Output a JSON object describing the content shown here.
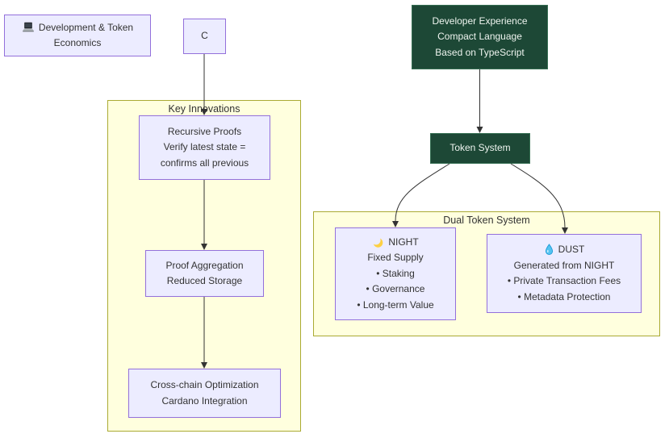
{
  "diagram": {
    "legend": {
      "icon": "laptop",
      "line1": "Development & Token",
      "line2": "Economics"
    },
    "node_c": {
      "label": "C"
    },
    "dev_experience": {
      "lines": [
        "Developer Experience",
        "Compact Language",
        "Based on TypeScript"
      ]
    },
    "token_system": {
      "label": "Token System"
    },
    "clusters": {
      "key_innovations": {
        "title": "Key Innovations"
      },
      "dual_token": {
        "title": "Dual Token System"
      }
    },
    "recursive_proofs": {
      "lines": [
        "Recursive Proofs",
        "Verify latest state =",
        "confirms all previous"
      ]
    },
    "proof_aggregation": {
      "lines": [
        "Proof Aggregation",
        "Reduced Storage"
      ]
    },
    "cross_chain": {
      "lines": [
        "Cross-chain Optimization",
        "Cardano Integration"
      ]
    },
    "night": {
      "icon": "crescent-moon",
      "title": "NIGHT",
      "subtitle": "Fixed Supply",
      "bullets": [
        "• Staking",
        "• Governance",
        "• Long-term Value"
      ]
    },
    "dust": {
      "icon": "water-droplet",
      "title": "DUST",
      "subtitle": "Generated from NIGHT",
      "bullets": [
        "• Private Transaction Fees",
        "• Metadata Protection"
      ]
    }
  },
  "colors": {
    "node_fill": "#ECECFF",
    "node_border": "#9370DB",
    "cluster_fill": "#FFFFDE",
    "cluster_border": "#AAAA33",
    "dark_node_fill": "#1D4836",
    "dark_node_border": "#356E52",
    "dark_node_text": "#EEF4EF",
    "edge": "#333333",
    "text": "#333333",
    "moon": "#FDD043",
    "droplet": "#53C3F1"
  }
}
